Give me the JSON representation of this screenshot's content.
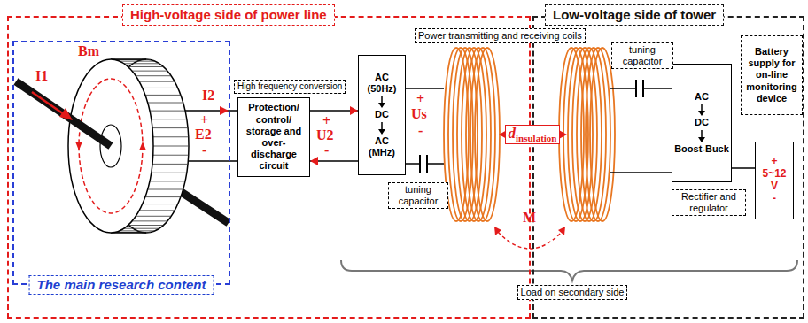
{
  "diagram": {
    "nodes": [
      {
        "text": [
          "High-voltage side of power line"
        ]
      },
      {
        "text": [
          "The main research content"
        ],
        "in": 0
      },
      {
        "text": [
          "Protection/ control/ storage and over-discharge circuit"
        ],
        "in": 0
      },
      {
        "text": [
          "AC (50Hz)",
          "DC",
          "AC (MHz)"
        ],
        "in": 0
      },
      {
        "text": [
          "Low-voltage side of tower"
        ]
      },
      {
        "text": [
          "AC",
          "DC",
          "Boost-Buck"
        ],
        "in": 4
      },
      {
        "text": [
          "Battery supply for on-line monitoring device"
        ],
        "in": 4
      },
      {
        "text": [
          "+",
          "5~12 V",
          "-"
        ],
        "in": 4
      }
    ],
    "edges": [
      {
        "from": 2,
        "to": 3,
        "arrow": "to"
      },
      {
        "from": 3,
        "to": 2,
        "arrow": "to"
      },
      {
        "from": 5,
        "to": 7,
        "arrow": "none"
      }
    ],
    "labels": [
      "I1",
      "Bm",
      "I2",
      "+",
      "E2",
      "-",
      "+",
      "U2",
      "-",
      "+",
      "Us",
      "-",
      "High frequency conversion",
      "tuning capacitor",
      "Power transmitting and receiving coils",
      "d",
      "insulation",
      "M",
      "tuning capacitor",
      "Rectifier and regulator",
      "Load on secondary side"
    ]
  }
}
